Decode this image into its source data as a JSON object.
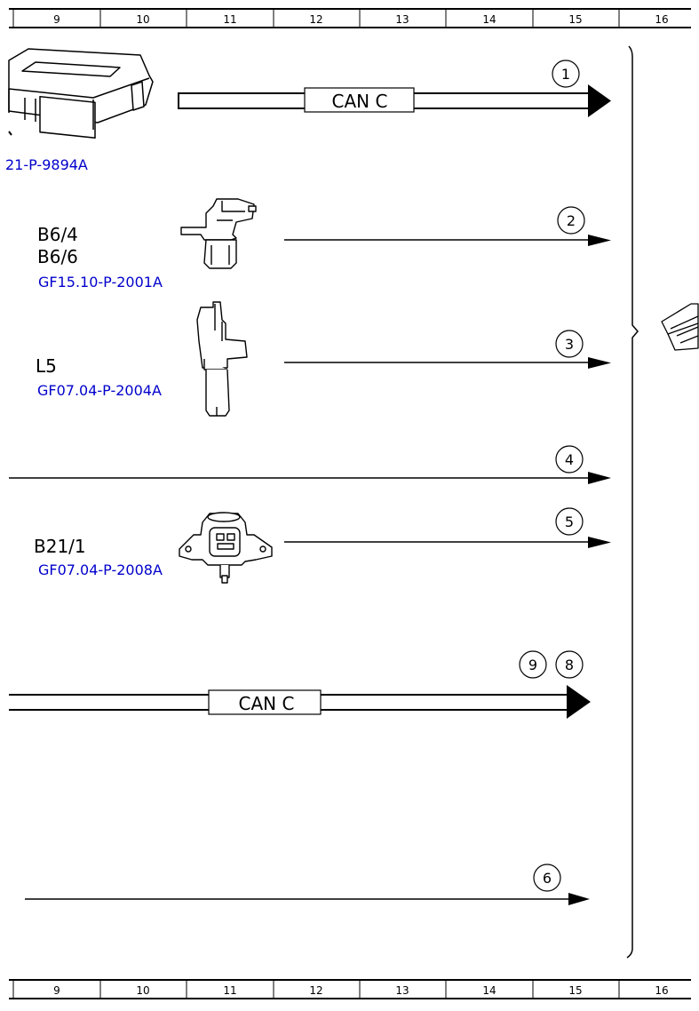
{
  "ruler": {
    "columns": [
      "9",
      "10",
      "11",
      "12",
      "13",
      "14",
      "15",
      "16"
    ]
  },
  "components": [
    {
      "id": "ecu",
      "codes": [],
      "ref": "21-P-9894A"
    },
    {
      "id": "b6",
      "codes": [
        "B6/4",
        "B6/6"
      ],
      "ref": "GF15.10-P-2001A"
    },
    {
      "id": "l5",
      "codes": [
        "L5"
      ],
      "ref": "GF07.04-P-2004A"
    },
    {
      "id": "b21",
      "codes": [
        "B21/1"
      ],
      "ref": "GF07.04-P-2008A"
    }
  ],
  "signals": {
    "can_label": "CAN C",
    "circle_1": "1",
    "circle_2": "2",
    "circle_3": "3",
    "circle_4": "4",
    "circle_5": "5",
    "circle_6": "6",
    "circle_8": "8",
    "circle_9": "9"
  },
  "colors": {
    "reference_link": "#0000cc",
    "line": "#000000"
  }
}
